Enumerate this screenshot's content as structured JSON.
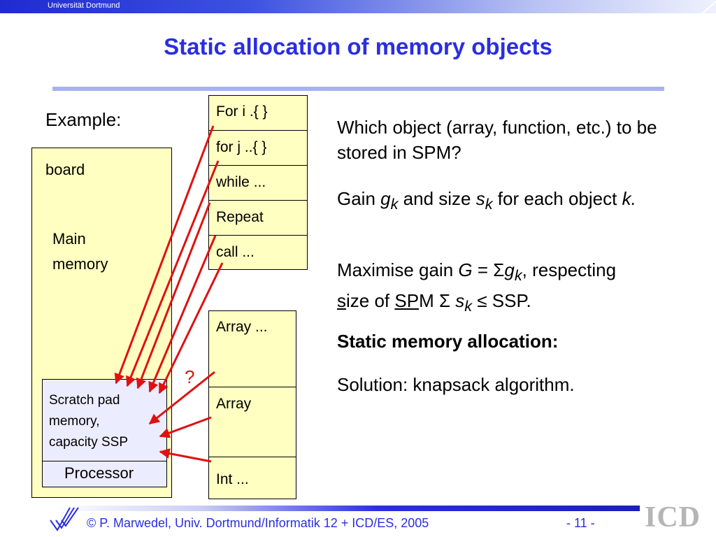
{
  "header": {
    "university": "Universität Dortmund"
  },
  "title": "Static allocation of memory objects",
  "left": {
    "example_label": "Example:",
    "board_label": "board",
    "main_memory_label": [
      "Main",
      "memory"
    ],
    "spm_label": [
      "Scratch pad",
      "memory,",
      "capacity SSP"
    ],
    "processor_label": "Processor",
    "question_mark": "?"
  },
  "code_items": [
    "For i .{   }",
    "for j ..{   }",
    "while ...",
    "Repeat",
    "call ..."
  ],
  "array_items": [
    "Array ...",
    "Array",
    "Int ..."
  ],
  "right": {
    "p1": "Which object (array, function, etc.) to be stored in SPM?",
    "p2_a": "Gain ",
    "p2_g": "g",
    "p2_k1": "k",
    "p2_b": " and size ",
    "p2_s": "s",
    "p2_k2": "k",
    "p2_c": " for each object ",
    "p2_k3": "k.",
    "p3_a": "Maximise gain ",
    "p3_G": "G",
    "p3_eq": " = ",
    "p3_sigma": "Σ",
    "p3_g": "g",
    "p3_k": "k",
    "p3_b": ", respecting ",
    "p3_s_u": "s",
    "p3_c": "ize of ",
    "p3_sp_u": "SP",
    "p3_d": "M ",
    "p3_sigma2": "Σ",
    "p3_s": " s",
    "p3_k2": "k",
    "p3_e": " ≤ SSP.",
    "p4": "Static memory allocation:",
    "p5": "Solution: knapsack algorithm."
  },
  "footer": {
    "copyright": "© P. Marwedel, Univ. Dortmund/Informatik 12 + ICD/ES, 2005",
    "page": "-  11 -",
    "logo_text": "ICD"
  },
  "colors": {
    "title": "#2a2ee0",
    "arrow": "#e01010",
    "board": "#ffffc2",
    "spm": "#ececff"
  }
}
